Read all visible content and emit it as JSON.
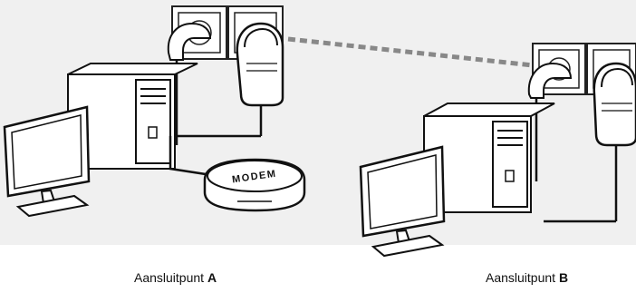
{
  "diagram": {
    "modem_label": "MODEM",
    "connection_a": {
      "prefix": "Aansluitpunt ",
      "letter": "A"
    },
    "connection_b": {
      "prefix": "Aansluitpunt ",
      "letter": "B"
    }
  }
}
